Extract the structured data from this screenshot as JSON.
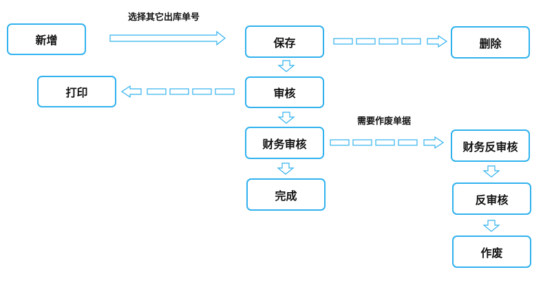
{
  "nodes": {
    "xinzeng": "新增",
    "baocun": "保存",
    "shanchu": "删除",
    "dayin": "打印",
    "shenhe": "审核",
    "caiwu_shenhe": "财务审核",
    "caiwu_fanshenhe": "财务反审核",
    "wancheng": "完成",
    "fanshenhe": "反审核",
    "zuofei": "作废"
  },
  "edge_labels": {
    "select_other_outbound": "选择其它出库单号",
    "need_void_doc": "需要作废单据"
  },
  "colors": {
    "accent": "#2fb1ee"
  }
}
